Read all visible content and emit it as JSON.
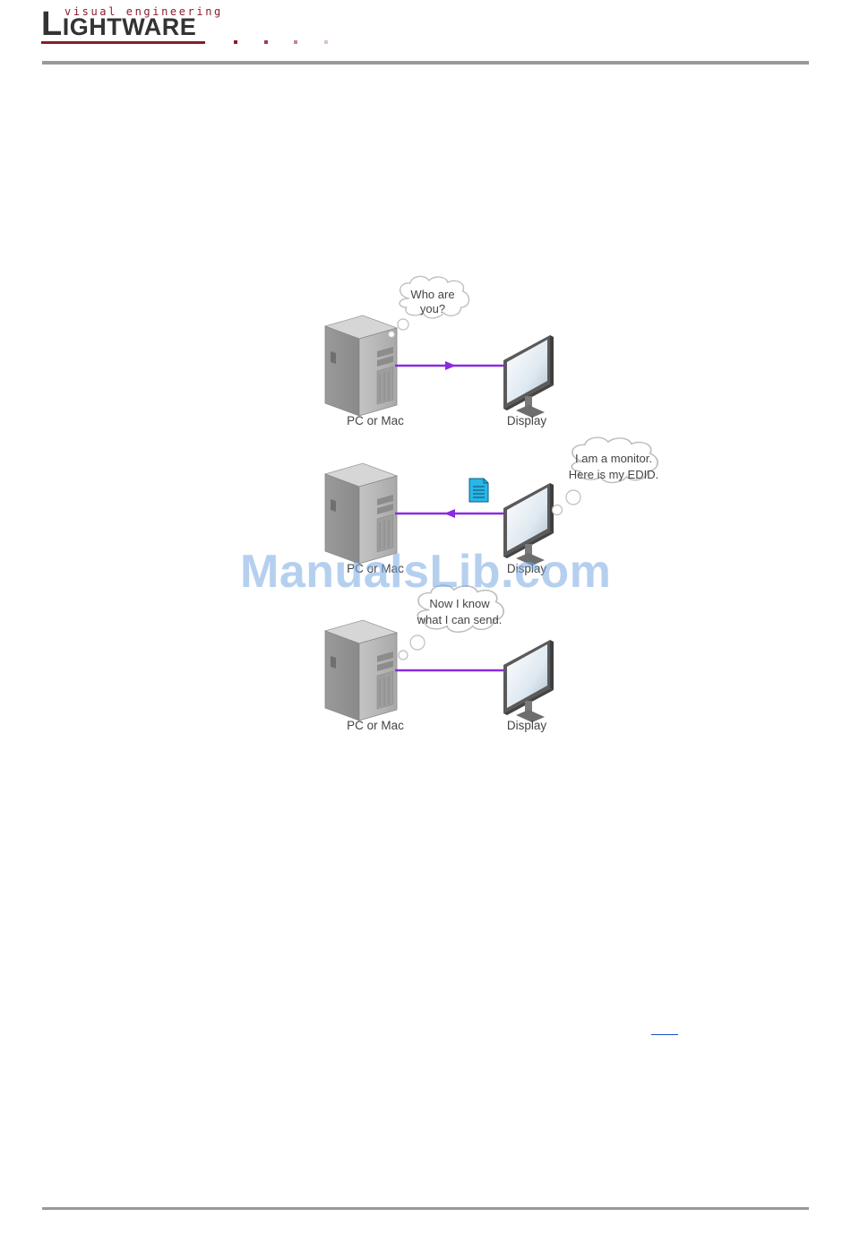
{
  "header": {
    "brand_tagline": "visual engineering",
    "brand_initial": "L",
    "brand_rest": "IGHTWARE",
    "accent_colors": [
      "#8a1c2b",
      "#a53a4b",
      "#c28592",
      "#dcc4ca"
    ]
  },
  "diagram": {
    "steps": [
      {
        "source_label": "PC or Mac",
        "sink_label": "Display",
        "bubble_lines": [
          "Who are",
          "you?"
        ],
        "direction": "to-display"
      },
      {
        "source_label": "PC or Mac",
        "sink_label": "Display",
        "bubble_lines": [
          "I am a monitor.",
          "Here is my EDID."
        ],
        "direction": "to-source",
        "carries_icon": "edid-document-icon"
      },
      {
        "source_label": "PC or Mac",
        "sink_label": "Display",
        "bubble_lines": [
          "Now I know",
          "what I can send."
        ],
        "direction": "none"
      }
    ],
    "cable_color": "#8a2be2",
    "edid_icon_color": "#29b6e8"
  },
  "watermark": {
    "text": "ManualsLib.com"
  }
}
